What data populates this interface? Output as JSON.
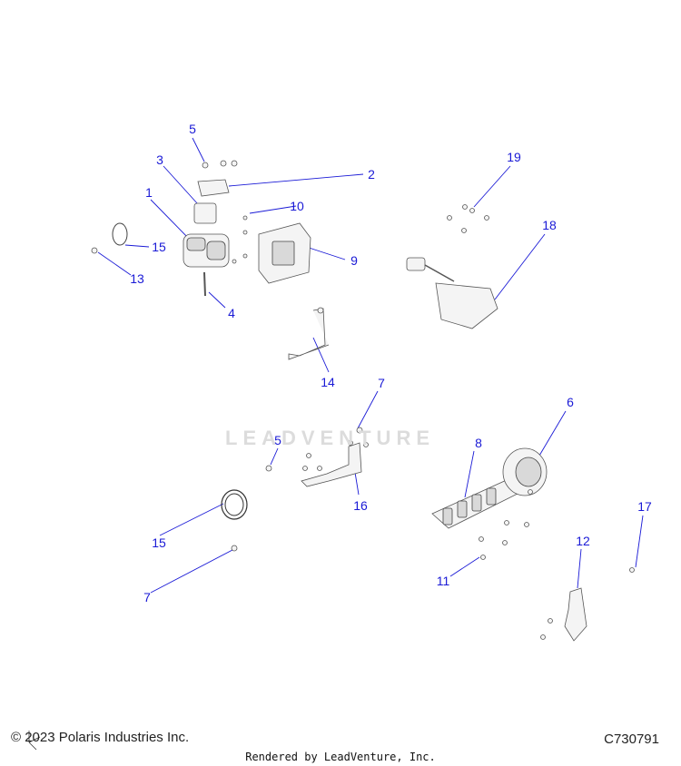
{
  "diagram": {
    "callouts": [
      {
        "id": "c1",
        "label": "1"
      },
      {
        "id": "c2",
        "label": "2"
      },
      {
        "id": "c3",
        "label": "3"
      },
      {
        "id": "c4",
        "label": "4"
      },
      {
        "id": "c5a",
        "label": "5"
      },
      {
        "id": "c5b",
        "label": "5"
      },
      {
        "id": "c6",
        "label": "6"
      },
      {
        "id": "c7a",
        "label": "7"
      },
      {
        "id": "c7b",
        "label": "7"
      },
      {
        "id": "c8",
        "label": "8"
      },
      {
        "id": "c9",
        "label": "9"
      },
      {
        "id": "c10",
        "label": "10"
      },
      {
        "id": "c11",
        "label": "11"
      },
      {
        "id": "c12",
        "label": "12"
      },
      {
        "id": "c13",
        "label": "13"
      },
      {
        "id": "c14",
        "label": "14"
      },
      {
        "id": "c15a",
        "label": "15"
      },
      {
        "id": "c15b",
        "label": "15"
      },
      {
        "id": "c16",
        "label": "16"
      },
      {
        "id": "c17",
        "label": "17"
      },
      {
        "id": "c18",
        "label": "18"
      },
      {
        "id": "c19",
        "label": "19"
      }
    ],
    "watermark": "LEADVENTURE"
  },
  "footer": {
    "copyright": "© 2023 Polaris Industries Inc.",
    "code": "C730791",
    "rendered_by": "Rendered by LeadVenture, Inc."
  },
  "colors": {
    "callout": "#1a1ad6",
    "part_outline": "#555555"
  }
}
